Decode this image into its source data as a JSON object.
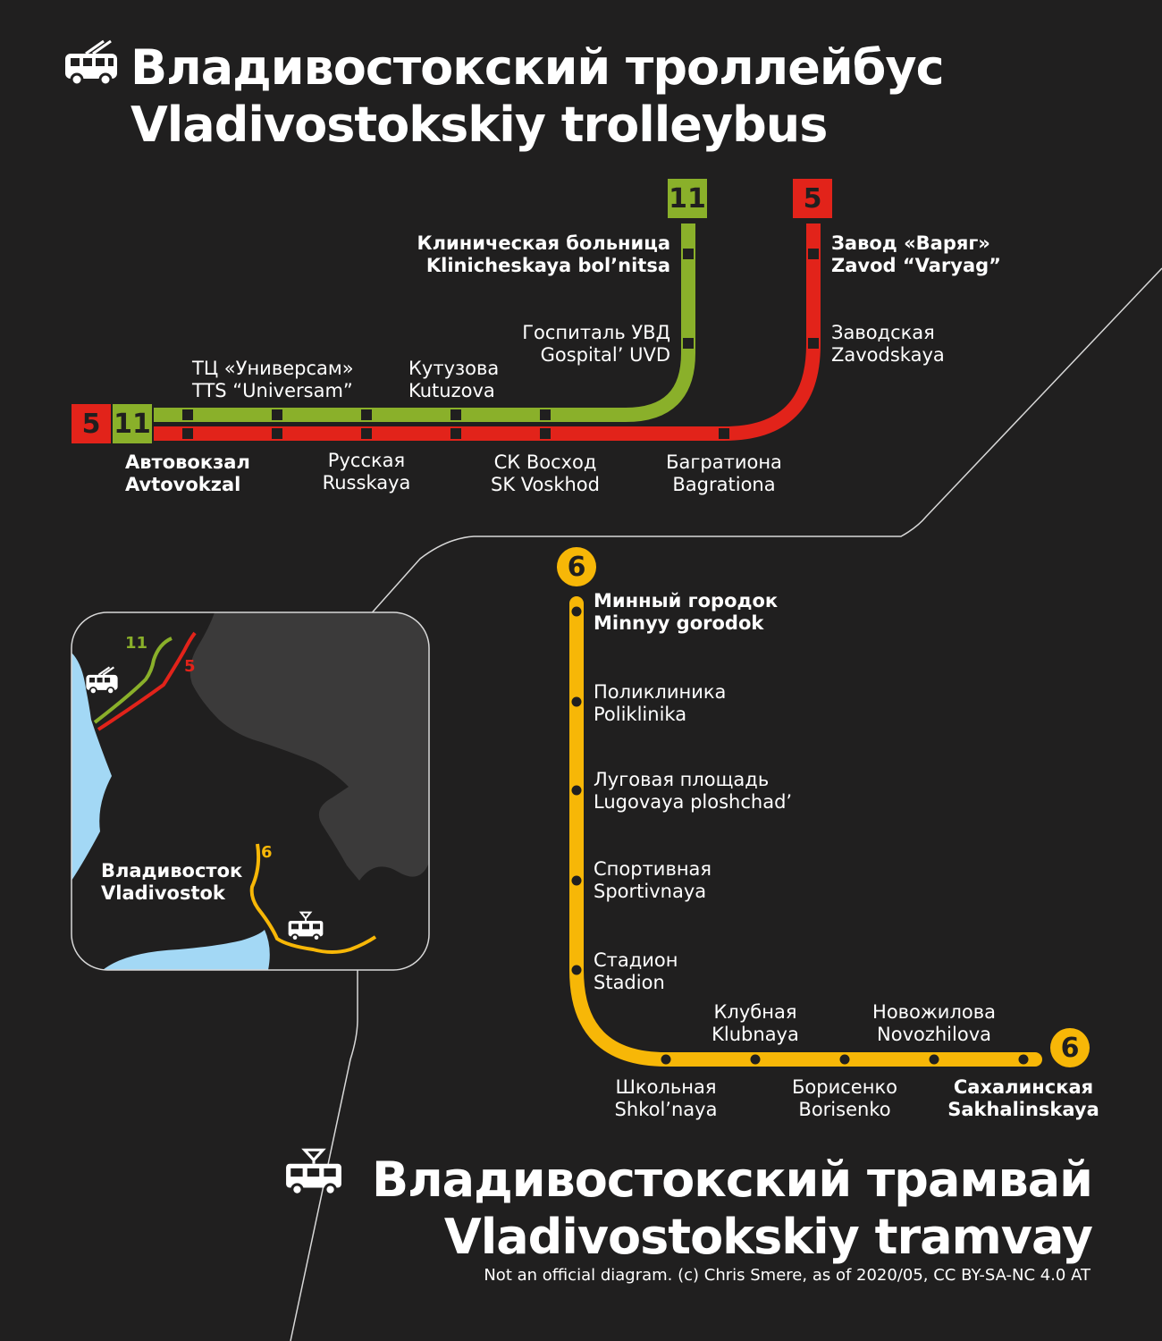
{
  "colors": {
    "background": "#201f1f",
    "line5": "#e2231a",
    "line11": "#8ab02a",
    "line6": "#f7b707",
    "water": "#a3d8f5",
    "land_dark": "#3b3a3a"
  },
  "trolleybus": {
    "title_ru": "Владивостокский троллейбус",
    "title_en": "Vladivostokskiy trolleybus",
    "icon": "trolleybus-icon",
    "route5_label": "5",
    "route11_label": "11",
    "stations": {
      "klinicheskaya": {
        "ru": "Клиническая больница",
        "en": "Klinicheskaya bol’nitsa"
      },
      "gospital": {
        "ru": "Госпиталь УВД",
        "en": "Gospital’ UVD"
      },
      "kutuzova": {
        "ru": "Кутузова",
        "en": "Kutuzova"
      },
      "universam": {
        "ru": "ТЦ «Универсам»",
        "en": "TTS “Universam”"
      },
      "avtovokzal": {
        "ru": "Автовокзал",
        "en": "Avtovokzal"
      },
      "russkaya": {
        "ru": "Русская",
        "en": "Russkaya"
      },
      "voskhod": {
        "ru": "СК Восход",
        "en": "SK Voskhod"
      },
      "bagrationa": {
        "ru": "Багратиона",
        "en": "Bagrationa"
      },
      "varyag": {
        "ru": "Завод «Варяг»",
        "en": "Zavod “Varyag”"
      },
      "zavodskaya": {
        "ru": "Заводская",
        "en": "Zavodskaya"
      }
    }
  },
  "tram": {
    "title_ru": "Владивостокский трамвай",
    "title_en": "Vladivostokskiy tramvay",
    "icon": "tram-icon",
    "route6_label": "6",
    "stations": {
      "minny": {
        "ru": "Минный городок",
        "en": "Minnyy gorodok"
      },
      "poliklinika": {
        "ru": "Поликлиника",
        "en": "Poliklinika"
      },
      "lugovaya": {
        "ru": "Луговая площадь",
        "en": "Lugovaya ploshchad’"
      },
      "sportivnaya": {
        "ru": "Спортивная",
        "en": "Sportivnaya"
      },
      "stadion": {
        "ru": "Стадион",
        "en": "Stadion"
      },
      "shkolnaya": {
        "ru": "Школьная",
        "en": "Shkol’naya"
      },
      "klubnaya": {
        "ru": "Клубная",
        "en": "Klubnaya"
      },
      "borisenko": {
        "ru": "Борисенко",
        "en": "Borisenko"
      },
      "novozhilova": {
        "ru": "Новожилова",
        "en": "Novozhilova"
      },
      "sakhalinskaya": {
        "ru": "Сахалинская",
        "en": "Sakhalinskaya"
      }
    }
  },
  "minimap": {
    "city_ru": "Владивосток",
    "city_en": "Vladivostok",
    "label11": "11",
    "label5": "5",
    "label6": "6"
  },
  "credit": "Not an official diagram. (c) Chris Smere, as of 2020/05, CC BY-SA-NC 4.0 AT"
}
